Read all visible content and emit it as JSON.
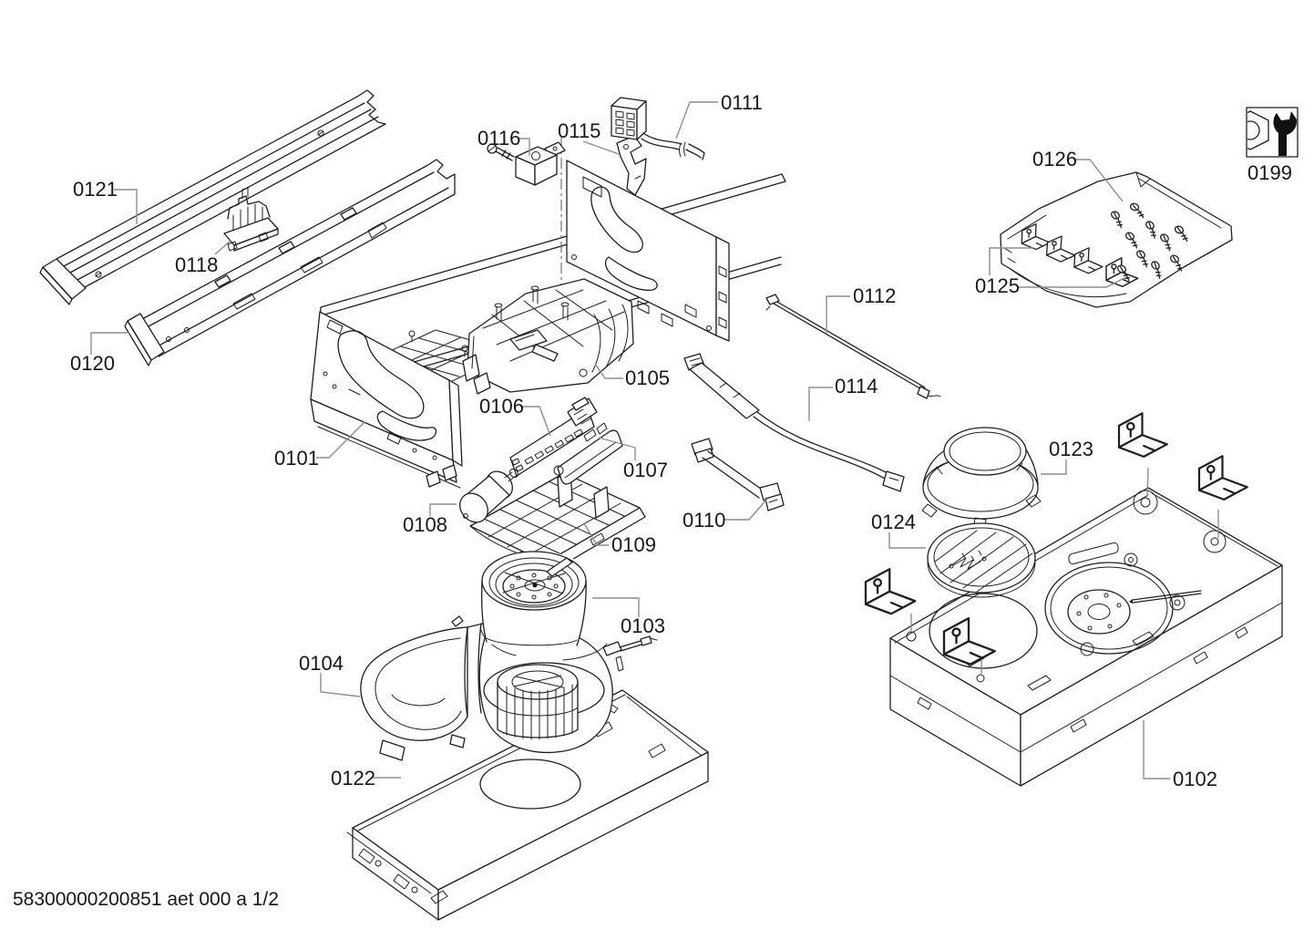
{
  "page": {
    "background": "#ffffff",
    "line_color": "#1f1f1f",
    "leader_color": "#8e8e8e",
    "text_color": "#161616",
    "footer": "58300000200851 aet 000 a 1/2"
  },
  "icons": {
    "tool": "wrench-and-nut-icon"
  },
  "parts": {
    "0101": "0101",
    "0102": "0102",
    "0103": "0103",
    "0104": "0104",
    "0105": "0105",
    "0106": "0106",
    "0107": "0107",
    "0108": "0108",
    "0109": "0109",
    "0110": "0110",
    "0111": "0111",
    "0112": "0112",
    "0114": "0114",
    "0115": "0115",
    "0116": "0116",
    "0118": "0118",
    "0120": "0120",
    "0121": "0121",
    "0122": "0122",
    "0123": "0123",
    "0124": "0124",
    "0125": "0125",
    "0126": "0126",
    "0199": "0199"
  }
}
